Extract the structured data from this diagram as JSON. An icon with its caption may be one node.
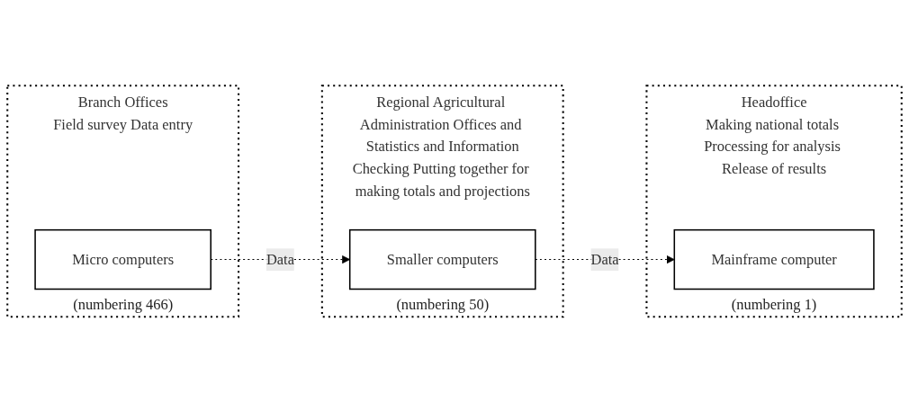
{
  "diagram": {
    "nodes": [
      {
        "text": [
          "Branch Offices",
          "Field survey Data entry"
        ]
      },
      {
        "text": [
          "Micro computers"
        ],
        "in": 0,
        "beside": [
          "(numbering 466)"
        ]
      },
      {
        "text": [
          "Regional Agricultural Administration Offices and Statistics and Information",
          "Checking Putting together for making totals and projections"
        ]
      },
      {
        "text": [
          "Smaller computers"
        ],
        "in": 2,
        "beside": [
          "(numbering 50)"
        ]
      },
      {
        "text": [
          "Headoffice",
          "Making national totals Processing for analysis Release of results"
        ]
      },
      {
        "text": [
          "Mainframe computer"
        ],
        "in": 4,
        "beside": [
          "(numbering 1)"
        ]
      }
    ],
    "edges": [
      {
        "from": 1,
        "to": 3,
        "arrow": "to",
        "label": "Data",
        "style": "dashed"
      },
      {
        "from": 3,
        "to": 5,
        "arrow": "to",
        "label": "Data",
        "style": "dashed"
      }
    ]
  }
}
